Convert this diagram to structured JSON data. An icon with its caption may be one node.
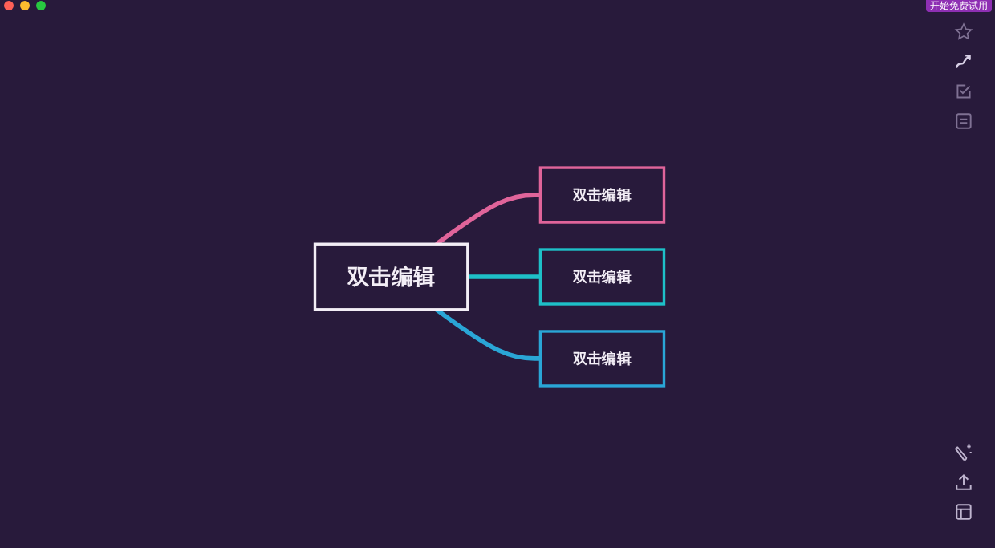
{
  "diagram": {
    "nodes": [
      {
        "text": [
          "双击编辑"
        ]
      },
      {
        "text": [
          "双击编辑"
        ]
      },
      {
        "text": [
          "双击编辑"
        ]
      },
      {
        "text": [
          "双击编辑"
        ]
      }
    ],
    "edges": [
      {
        "from": 0,
        "to": 1,
        "arrow": "none",
        "color": "#e0649a"
      },
      {
        "from": 0,
        "to": 2,
        "arrow": "none",
        "color": "#1ec0c8"
      },
      {
        "from": 0,
        "to": 3,
        "arrow": "none",
        "color": "#2aa6d6"
      }
    ],
    "labels": [
      "开始免费试用"
    ]
  }
}
